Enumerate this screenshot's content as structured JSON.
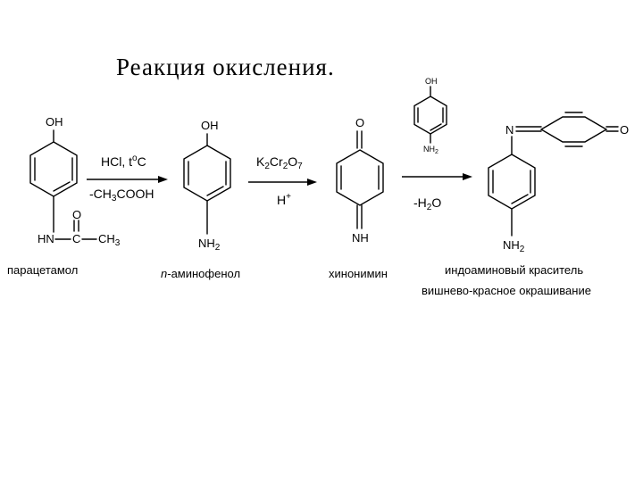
{
  "title": "Реакция окисления.",
  "compounds": {
    "paracetamol": {
      "oh": "OH",
      "o": "O",
      "hn": "HN",
      "c": "C",
      "ch": "CH",
      "ch_sub": "3",
      "caption": "парацетамол"
    },
    "aminophenol": {
      "oh": "OH",
      "nh": "NH",
      "nh_sub": "2",
      "caption_prefix": "n",
      "caption_main": "-аминофенол"
    },
    "quinonimine": {
      "o": "O",
      "nh": "NH",
      "caption": "хинонимин"
    },
    "reagent": {
      "oh": "OH",
      "nh": "NH",
      "nh_sub": "2"
    },
    "dye": {
      "n": "N",
      "o": "O",
      "nh": "NH",
      "nh_sub": "2",
      "caption_line1": "индоаминовый краситель",
      "caption_line2": "вишнево-красное окрашивание"
    }
  },
  "step1": {
    "top": "HCl, t",
    "top_sup": "o",
    "top_end": "C",
    "bottom_pre": "-CH",
    "bottom_sub": "3",
    "bottom_post": "COOH"
  },
  "step2": {
    "top_k": "K",
    "top_k_sub": "2",
    "top_cr": "Cr",
    "top_cr_sub": "2",
    "top_o": "O",
    "top_o_sub": "7",
    "bottom": "H",
    "bottom_sup": "+"
  },
  "step3": {
    "bottom_pre": "-H",
    "bottom_sub": "2",
    "bottom_post": "O"
  }
}
